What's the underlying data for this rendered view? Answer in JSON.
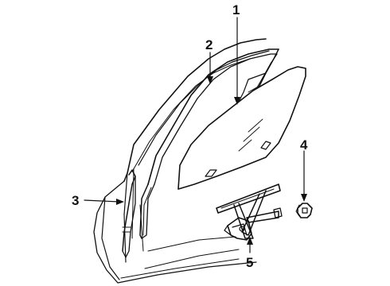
{
  "diagram": {
    "callouts": [
      {
        "id": "1",
        "label": "1",
        "part": "door-glass"
      },
      {
        "id": "2",
        "label": "2",
        "part": "glass-run-channel"
      },
      {
        "id": "3",
        "label": "3",
        "part": "rear-guide-channel"
      },
      {
        "id": "4",
        "label": "4",
        "part": "clip"
      },
      {
        "id": "5",
        "label": "5",
        "part": "window-regulator"
      }
    ],
    "colors": {
      "line": "#111111",
      "background": "#ffffff"
    }
  }
}
